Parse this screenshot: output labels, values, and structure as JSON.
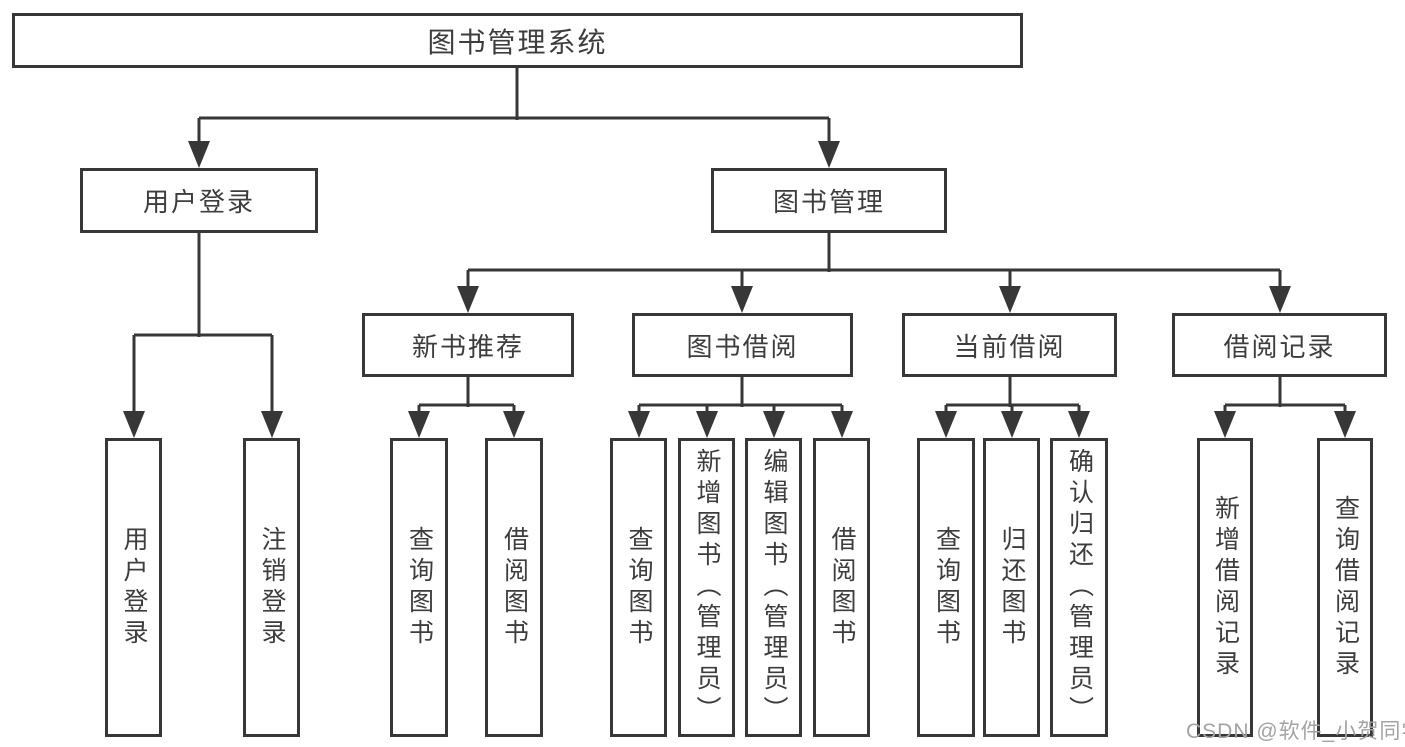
{
  "diagram_title": "图书管理系统",
  "colors": {
    "line": "#373737",
    "text": "#3d3d3d",
    "background": "#ffffff",
    "watermark": "#a3a3a3"
  },
  "watermark": {
    "text": "CSDN @软件_小贺同学"
  },
  "tree": {
    "label": "图书管理系统",
    "children": [
      {
        "label": "用户登录",
        "children": [
          {
            "label": "用户登录"
          },
          {
            "label": "注销登录"
          }
        ]
      },
      {
        "label": "图书管理",
        "children": [
          {
            "label": "新书推荐",
            "children": [
              {
                "label": "查询图书"
              },
              {
                "label": "借阅图书"
              }
            ]
          },
          {
            "label": "图书借阅",
            "children": [
              {
                "label": "查询图书"
              },
              {
                "label": "新增图书（管理员）"
              },
              {
                "label": "编辑图书（管理员）"
              },
              {
                "label": "借阅图书"
              }
            ]
          },
          {
            "label": "当前借阅",
            "children": [
              {
                "label": "查询图书"
              },
              {
                "label": "归还图书"
              },
              {
                "label": "确认归还（管理员）"
              }
            ]
          },
          {
            "label": "借阅记录",
            "children": [
              {
                "label": "新增借阅记录"
              },
              {
                "label": "查询借阅记录"
              }
            ]
          }
        ]
      }
    ]
  }
}
